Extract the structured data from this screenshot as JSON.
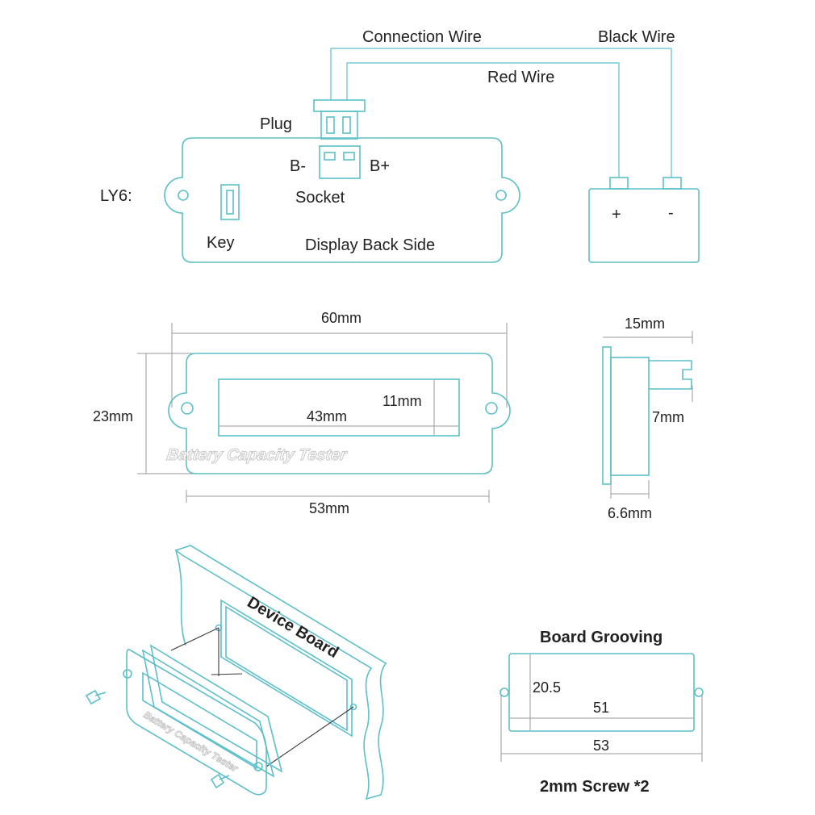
{
  "wiring": {
    "connection_wire": "Connection Wire",
    "black_wire": "Black Wire",
    "red_wire": "Red Wire",
    "plug": "Plug",
    "b_minus": "B-",
    "b_plus": "B+",
    "model": "LY6:",
    "socket": "Socket",
    "key": "Key",
    "display_back_side": "Display Back Side",
    "battery_plus": "+",
    "battery_minus": "-"
  },
  "front_view": {
    "width_overall": "60mm",
    "height": "23mm",
    "window_height": "11mm",
    "window_width": "43mm",
    "body_width": "53mm",
    "face_text": "Battery Capacity Tester"
  },
  "side_view": {
    "depth": "15mm",
    "pin_length": "7mm",
    "body_depth": "6.6mm"
  },
  "install_view": {
    "device_board": "Device Board",
    "face_text": "Battery Capacity Tester"
  },
  "grooving": {
    "title": "Board Grooving",
    "height": "20.5",
    "inner_width": "51",
    "outer_width": "53",
    "screw_note": "2mm Screw *2"
  }
}
